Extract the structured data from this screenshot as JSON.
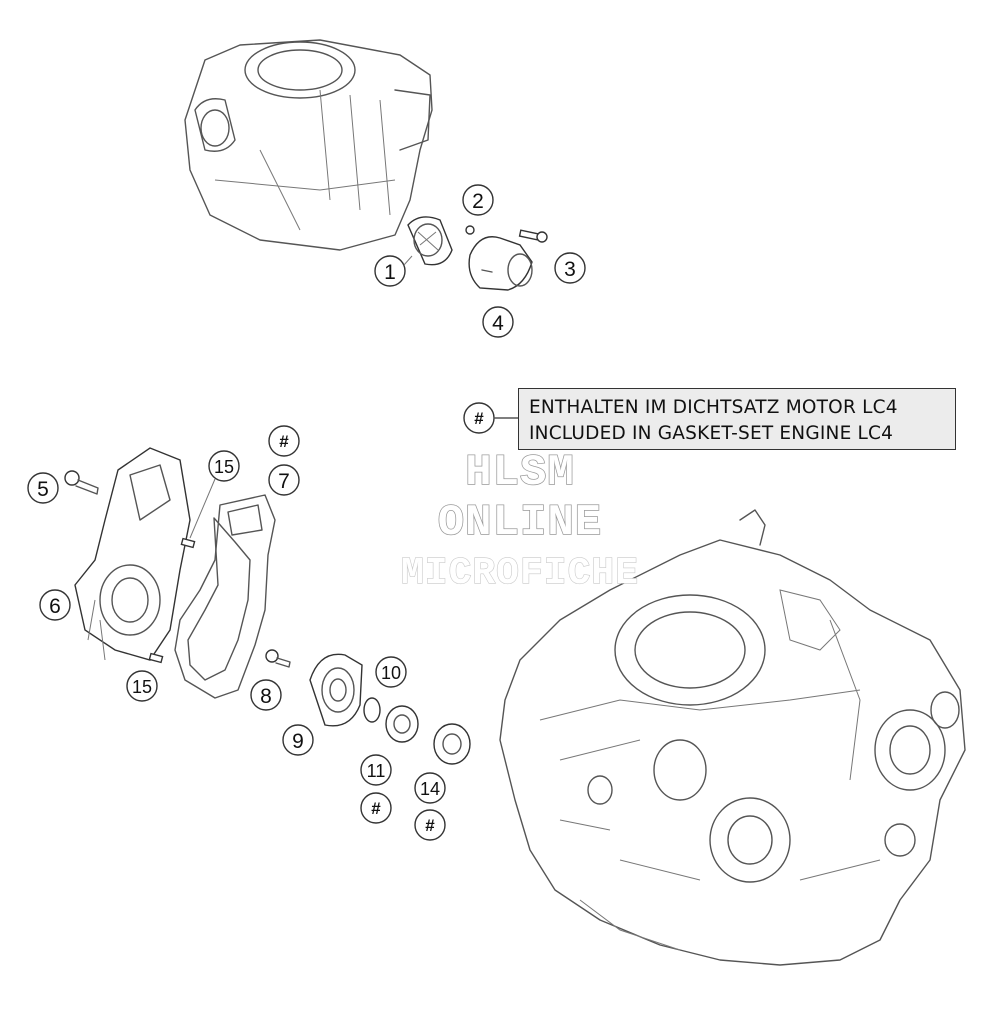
{
  "callouts": {
    "c1": "1",
    "c2": "2",
    "c3": "3",
    "c4": "4",
    "c5": "5",
    "c6": "6",
    "c7": "7",
    "c8": "8",
    "c9": "9",
    "c10": "10",
    "c11": "11",
    "c14": "14",
    "c15a": "15",
    "c15b": "15",
    "hash1": "#",
    "hash2": "#",
    "hash3": "#",
    "hash_legend": "#"
  },
  "legend": {
    "line1": "ENTHALTEN IM DICHTSATZ MOTOR LC4",
    "line2": "INCLUDED IN GASKET-SET ENGINE LC4"
  },
  "watermark": {
    "line1": "HLSM",
    "line2": "ONLINE",
    "line3": "MICROFICHE"
  },
  "colors": {
    "line": "#555555",
    "legend_bg": "#ececec",
    "watermark_stroke": "#999999"
  }
}
